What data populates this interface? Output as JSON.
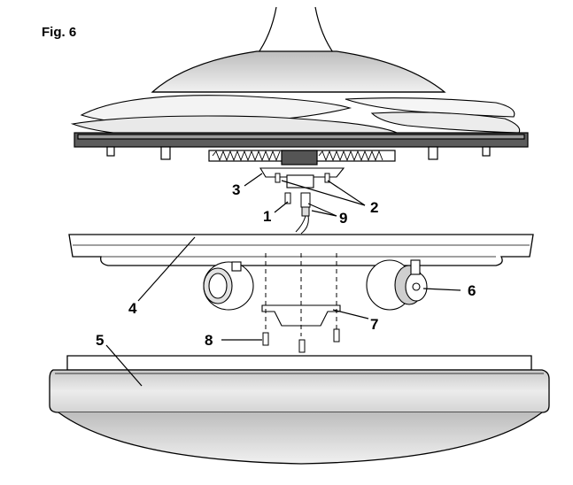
{
  "figure": {
    "title": "Fig. 6"
  },
  "callouts": {
    "c1": "1",
    "c2": "2",
    "c3": "3",
    "c4": "4",
    "c5": "5",
    "c6": "6",
    "c7": "7",
    "c8": "8",
    "c9": "9"
  },
  "colors": {
    "ink": "#000000",
    "paper": "#ffffff",
    "shade": "#d8d8d8"
  }
}
